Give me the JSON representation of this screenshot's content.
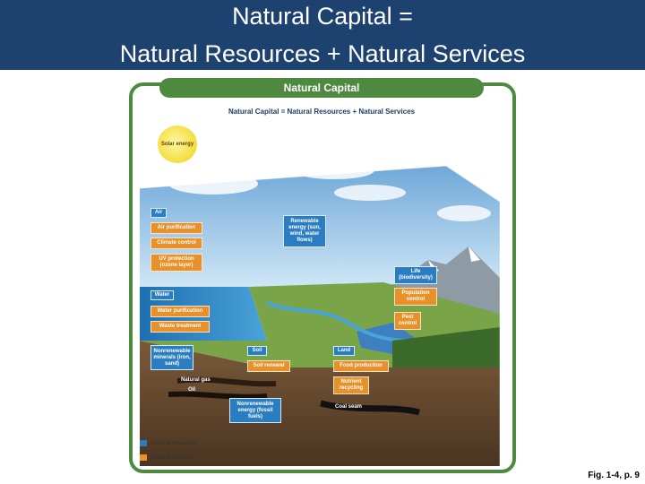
{
  "header": {
    "line1": "Natural Capital =",
    "line2": "Natural Resources + Natural Services"
  },
  "figure": {
    "banner": "Natural Capital",
    "subtitle": "Natural Capital = Natural Resources + Natural Services",
    "sun": "Solar energy",
    "labels": {
      "air": "Air",
      "air_purification": "Air purification",
      "climate_control": "Climate control",
      "uv_protection": "UV protection (ozone layer)",
      "water": "Water",
      "water_purification": "Water purification",
      "waste_treatment": "Waste treatment",
      "nonrenewable_minerals": "Nonrenewable minerals (iron, sand)",
      "natural_gas": "Natural gas",
      "oil": "Oil",
      "renewable_energy": "Renewable energy (sun, wind, water flows)",
      "life": "Life (biodiversity)",
      "population_control": "Population control",
      "pest_control": "Pest control",
      "soil": "Soil",
      "soil_renewal": "Soil renewal",
      "land": "Land",
      "food_production": "Food production",
      "nutrient_recycling": "Nutrient recycling",
      "nonrenewable_energy": "Nonrenewable energy (fossil fuels)",
      "coal_seam": "Coal seam"
    },
    "legend": {
      "resources": "Natural resources",
      "services": "Natural services"
    },
    "colors": {
      "resource": "#2a7dc0",
      "service": "#e8902a",
      "header": "#1d4270",
      "banner": "#4d8a3f"
    }
  },
  "caption": "Fig. 1-4, p. 9"
}
